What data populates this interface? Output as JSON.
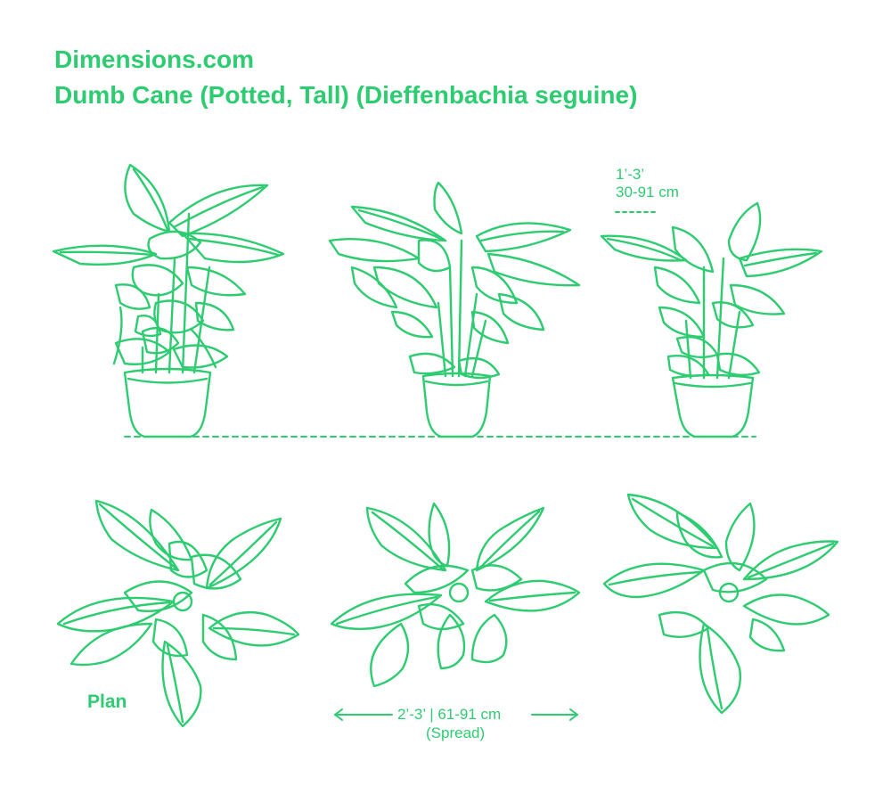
{
  "header": {
    "site": "Dimensions.com",
    "name": "Dumb Cane (Potted, Tall) (Dieffenbachia seguine)"
  },
  "dimensions": {
    "height_ft": "1’-3’",
    "height_cm": "30-91 cm",
    "spread": "2’-3’ | 61-91 cm",
    "spread_label": "(Spread)"
  },
  "labels": {
    "plan": "Plan"
  },
  "colors": {
    "accent": "#2ecc71",
    "background": "#ffffff"
  }
}
